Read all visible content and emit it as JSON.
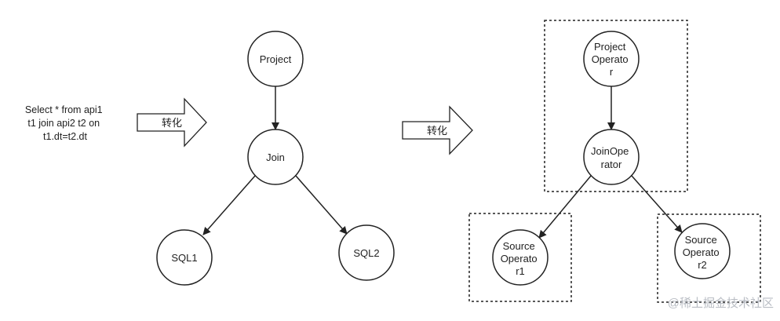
{
  "colors": {
    "stroke": "#222222",
    "text": "#222222",
    "background": "#ffffff",
    "watermark": "#b9bdc4"
  },
  "sql_text": [
    "Select * from api1",
    "t1 join api2 t2 on",
    "t1.dt=t2.dt"
  ],
  "transform_arrow_left": {
    "label": "转化"
  },
  "transform_arrow_right": {
    "label": "转化"
  },
  "left_tree": {
    "project": [
      "Project"
    ],
    "join": [
      "Join"
    ],
    "sql1": [
      "SQL1"
    ],
    "sql2": [
      "SQL2"
    ]
  },
  "right_tree": {
    "project_operator": [
      "Project",
      "Operato",
      "r"
    ],
    "join_operator": [
      "JoinOpe",
      "rator"
    ],
    "source_operator_1": [
      "Source",
      "Operato",
      "r1"
    ],
    "source_operator_2": [
      "Source",
      "Operato",
      "r2"
    ]
  },
  "watermark": "@稀土掘金技术社区"
}
